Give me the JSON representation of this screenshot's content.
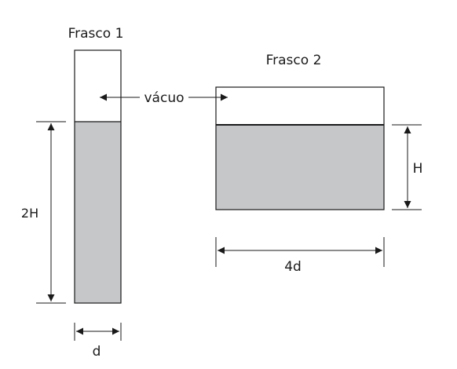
{
  "flask1": {
    "title": "Frasco 1",
    "height_label": "2H",
    "width_label": "d"
  },
  "flask2": {
    "title": "Frasco 2",
    "height_label": "H",
    "width_label": "4d"
  },
  "vacuum_label": "vácuo",
  "colors": {
    "liquid": "#c6c7c9",
    "stroke": "#1a1a1a",
    "background": "#ffffff"
  }
}
